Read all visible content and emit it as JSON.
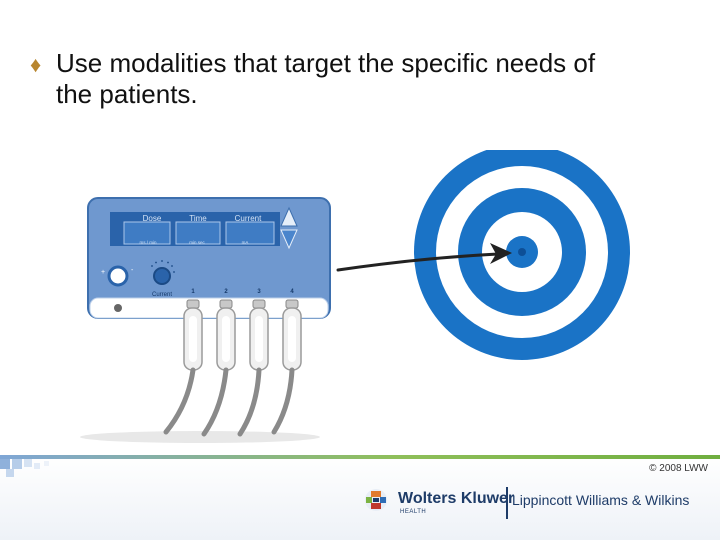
{
  "slide": {
    "bullet_text": "Use modalities that target the specific needs of the patients.",
    "bullet_marker": "diamond-bullet-icon"
  },
  "device": {
    "lcd_labels": [
      "Dose",
      "Time",
      "Current"
    ],
    "lcd_units": [
      "ms / min",
      "min  sec",
      "mA"
    ],
    "knob_label": "Current",
    "channel_labels": [
      "1",
      "2",
      "3",
      "4"
    ]
  },
  "target": {
    "colors": {
      "ring": "#1a73c6",
      "background": "#ffffff"
    }
  },
  "footer": {
    "copyright": "© 2008 LWW",
    "brand_primary": "Wolters Kluwer",
    "brand_sub": "HEALTH",
    "brand_secondary": "Lippincott Williams & Wilkins"
  },
  "colors": {
    "bullet": "#b8862f",
    "device_body": "#6f98cf",
    "device_panel": "#2a63aa",
    "brand": "#1e3c68"
  }
}
